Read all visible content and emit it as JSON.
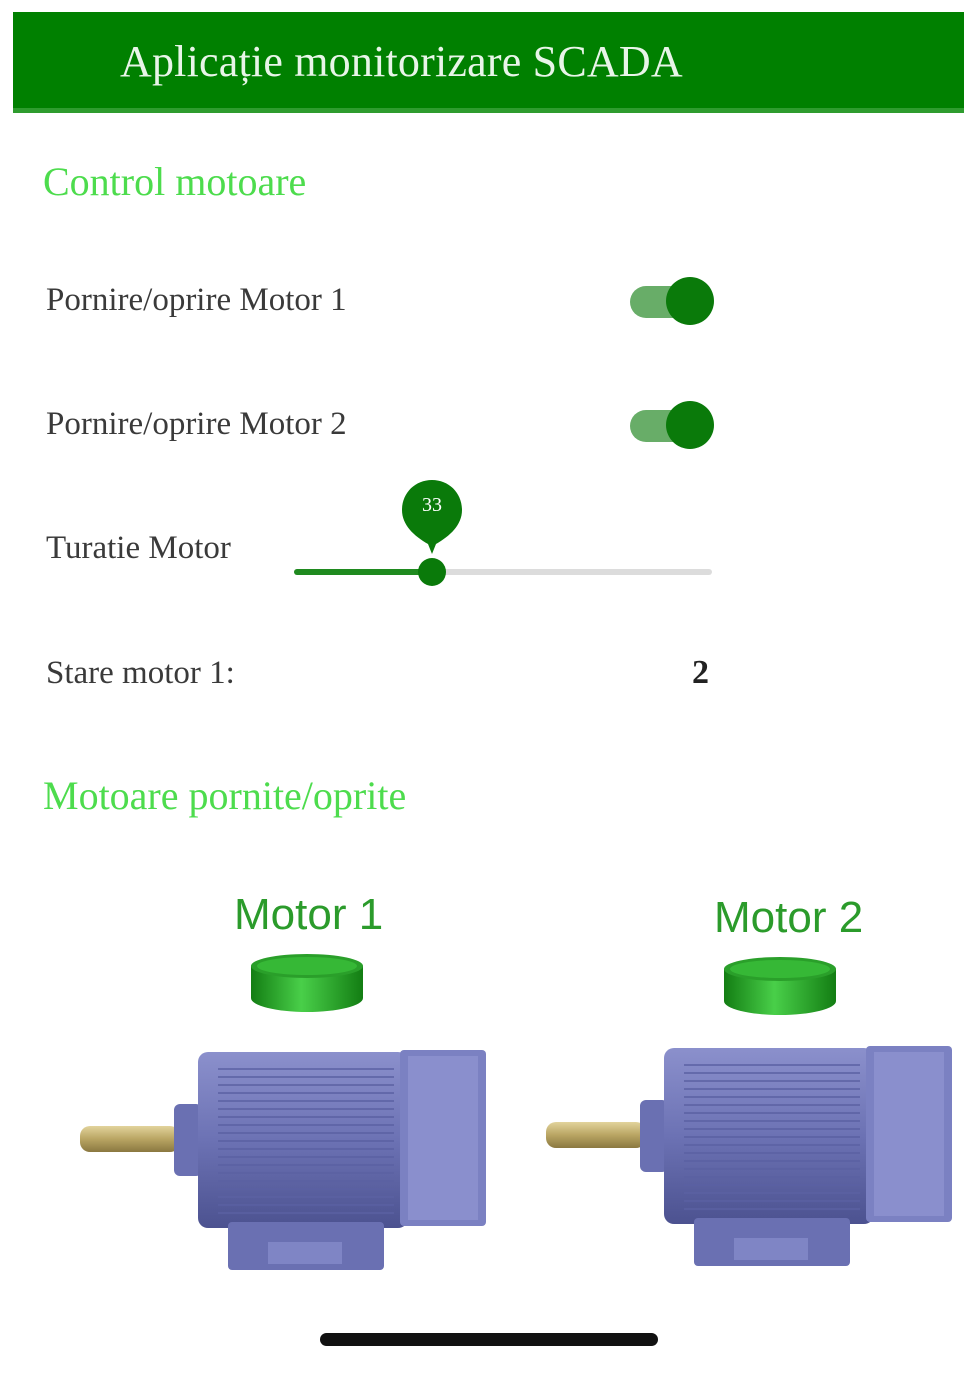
{
  "app_bar": {
    "title": "Aplicație monitorizare SCADA"
  },
  "control_section": {
    "title": "Control motoare",
    "rows": [
      {
        "label": "Pornire/oprire Motor 1",
        "state": true
      },
      {
        "label": "Pornire/oprire Motor 2",
        "state": true
      }
    ],
    "speed": {
      "label": "Turatie Motor",
      "value": "33",
      "min": 0,
      "max": 100
    },
    "status": {
      "label": "Stare motor 1:",
      "value": "2"
    }
  },
  "motors_section": {
    "title": "Motoare pornite/oprite",
    "motors": [
      {
        "label": "Motor 1",
        "icon": "motor-icon",
        "indicator_icon": "status-indicator-icon"
      },
      {
        "label": "Motor 2",
        "icon": "motor-icon",
        "indicator_icon": "status-indicator-icon"
      }
    ]
  },
  "colors": {
    "app_bar": "#008000",
    "section_title": "#4ddc4d",
    "toggle_active": "#0a7a0a",
    "motor_label": "#2b9b2b",
    "motor_body": "#7076b8",
    "indicator_green": "#2fb52f"
  }
}
